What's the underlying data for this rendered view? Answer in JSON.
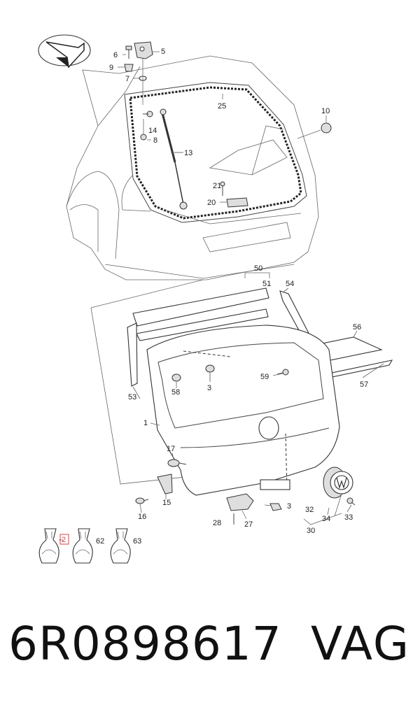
{
  "callouts": {
    "c1": "1",
    "c2": "2",
    "c3a": "3",
    "c3b": "3",
    "c5": "5",
    "c6": "6",
    "c7": "7",
    "c8": "8",
    "c9": "9",
    "c10": "10",
    "c13": "13",
    "c14": "14",
    "c15": "15",
    "c16": "16",
    "c17": "17",
    "c20": "20",
    "c21": "21",
    "c25": "25",
    "c27": "27",
    "c28": "28",
    "c30": "30",
    "c32": "32",
    "c33": "33",
    "c34": "34",
    "c50": "50",
    "c51": "51",
    "c53": "53",
    "c54": "54",
    "c56": "56",
    "c57": "57",
    "c58": "58",
    "c59": "59",
    "c62": "62",
    "c63": "63"
  },
  "caption": {
    "part_number": "6R0898617",
    "brand": "VAG"
  },
  "colors": {
    "line": "#333333",
    "highlight": "#e04040",
    "background": "#ffffff"
  },
  "icons": {
    "orientation": "direction-arrow-icon",
    "bags": "accessory-bag-icon"
  }
}
